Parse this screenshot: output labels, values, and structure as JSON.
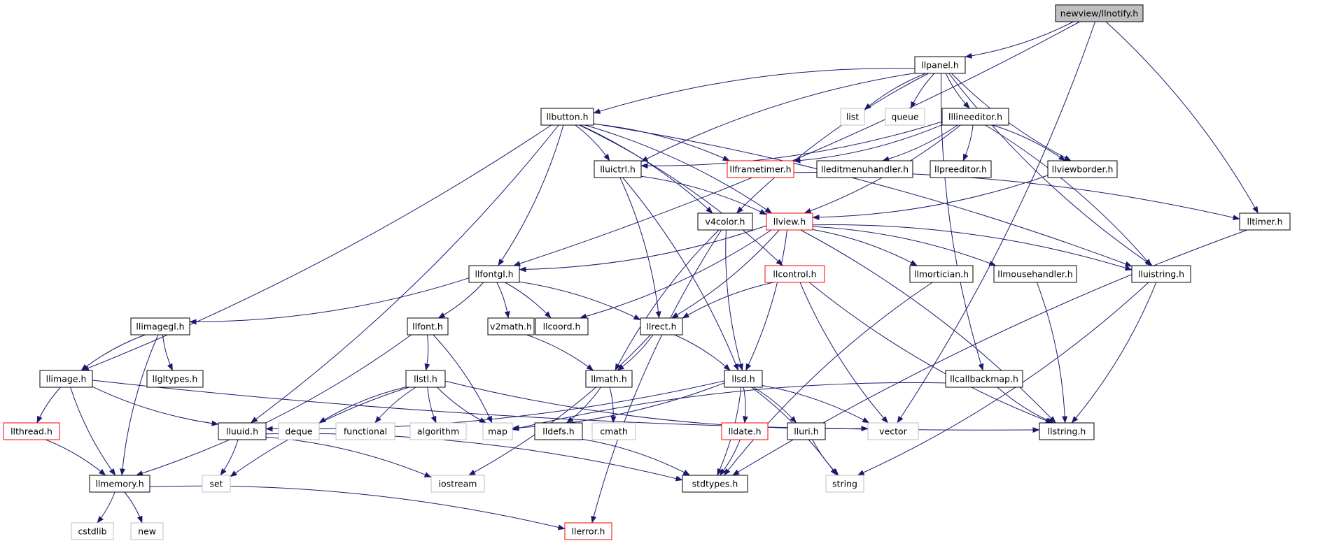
{
  "colors": {
    "edge": "#191970",
    "border_default": "#000000",
    "border_truncated": "#ff0000",
    "border_external": "#bfbfbf",
    "fill_root": "#bfbfbf",
    "fill_default": "#ffffff"
  },
  "nodes": {
    "llnotify": {
      "label": "newview/llnotify.h",
      "style": "root"
    },
    "llpanel": {
      "label": "llpanel.h",
      "style": "default"
    },
    "list": {
      "label": "list",
      "style": "external"
    },
    "queue": {
      "label": "queue",
      "style": "external"
    },
    "lllineeditor": {
      "label": "lllineeditor.h",
      "style": "default"
    },
    "llbutton": {
      "label": "llbutton.h",
      "style": "default"
    },
    "lluictrl": {
      "label": "lluictrl.h",
      "style": "default"
    },
    "llframetimer": {
      "label": "llframetimer.h",
      "style": "truncated"
    },
    "lleditmenuhandler": {
      "label": "lleditmenuhandler.h",
      "style": "default"
    },
    "llpreeditor": {
      "label": "llpreeditor.h",
      "style": "default"
    },
    "llviewborder": {
      "label": "llviewborder.h",
      "style": "default"
    },
    "lltimer": {
      "label": "lltimer.h",
      "style": "default"
    },
    "v4color": {
      "label": "v4color.h",
      "style": "default"
    },
    "llview": {
      "label": "llview.h",
      "style": "truncated"
    },
    "llfontgl": {
      "label": "llfontgl.h",
      "style": "default"
    },
    "llcontrol": {
      "label": "llcontrol.h",
      "style": "truncated"
    },
    "llmortician": {
      "label": "llmortician.h",
      "style": "default"
    },
    "llmousehandler": {
      "label": "llmousehandler.h",
      "style": "default"
    },
    "lluistring": {
      "label": "lluistring.h",
      "style": "default"
    },
    "llimagegl": {
      "label": "llimagegl.h",
      "style": "default"
    },
    "llfont": {
      "label": "llfont.h",
      "style": "default"
    },
    "v2math": {
      "label": "v2math.h",
      "style": "default"
    },
    "llcoord": {
      "label": "llcoord.h",
      "style": "default"
    },
    "llrect": {
      "label": "llrect.h",
      "style": "default"
    },
    "llimage": {
      "label": "llimage.h",
      "style": "default"
    },
    "llgltypes": {
      "label": "llgltypes.h",
      "style": "default"
    },
    "llstl": {
      "label": "llstl.h",
      "style": "default"
    },
    "llmath": {
      "label": "llmath.h",
      "style": "default"
    },
    "llsd": {
      "label": "llsd.h",
      "style": "default"
    },
    "llcallbackmap": {
      "label": "llcallbackmap.h",
      "style": "default"
    },
    "llthread": {
      "label": "llthread.h",
      "style": "truncated"
    },
    "lluuid": {
      "label": "lluuid.h",
      "style": "default"
    },
    "deque": {
      "label": "deque",
      "style": "external"
    },
    "functional": {
      "label": "functional",
      "style": "external"
    },
    "algorithm": {
      "label": "algorithm",
      "style": "external"
    },
    "map": {
      "label": "map",
      "style": "external"
    },
    "lldefs": {
      "label": "lldefs.h",
      "style": "default"
    },
    "cmath": {
      "label": "cmath",
      "style": "external"
    },
    "lldate": {
      "label": "lldate.h",
      "style": "truncated"
    },
    "lluri": {
      "label": "lluri.h",
      "style": "default"
    },
    "vector": {
      "label": "vector",
      "style": "external"
    },
    "llstring": {
      "label": "llstring.h",
      "style": "default"
    },
    "llmemory": {
      "label": "llmemory.h",
      "style": "default"
    },
    "set": {
      "label": "set",
      "style": "external"
    },
    "iostream": {
      "label": "iostream",
      "style": "external"
    },
    "stdtypes": {
      "label": "stdtypes.h",
      "style": "default"
    },
    "string": {
      "label": "string",
      "style": "external"
    },
    "cstdlib": {
      "label": "cstdlib",
      "style": "external"
    },
    "new": {
      "label": "new",
      "style": "external"
    },
    "llerror": {
      "label": "llerror.h",
      "style": "truncated"
    }
  },
  "edges": [
    [
      "llnotify",
      "llpanel"
    ],
    [
      "llnotify",
      "llfontgl"
    ],
    [
      "llnotify",
      "lltimer"
    ],
    [
      "llnotify",
      "vector"
    ],
    [
      "llpanel",
      "list"
    ],
    [
      "llpanel",
      "queue"
    ],
    [
      "llpanel",
      "lllineeditor"
    ],
    [
      "llpanel",
      "llbutton"
    ],
    [
      "llpanel",
      "lluictrl"
    ],
    [
      "llpanel",
      "v4color"
    ],
    [
      "llpanel",
      "llviewborder"
    ],
    [
      "llpanel",
      "lluistring"
    ],
    [
      "llpanel",
      "llcallbackmap"
    ],
    [
      "llbutton",
      "lluictrl"
    ],
    [
      "llbutton",
      "llframetimer"
    ],
    [
      "llbutton",
      "v4color"
    ],
    [
      "llbutton",
      "llfontgl"
    ],
    [
      "llbutton",
      "llimage"
    ],
    [
      "llbutton",
      "lluuid"
    ],
    [
      "llbutton",
      "llcontrol"
    ],
    [
      "llbutton",
      "lluistring"
    ],
    [
      "llbutton",
      "llview"
    ],
    [
      "lllineeditor",
      "llframetimer"
    ],
    [
      "lllineeditor",
      "lleditmenuhandler"
    ],
    [
      "lllineeditor",
      "llpreeditor"
    ],
    [
      "lllineeditor",
      "llviewborder"
    ],
    [
      "lllineeditor",
      "lluictrl"
    ],
    [
      "lllineeditor",
      "llview"
    ],
    [
      "lllineeditor",
      "lluistring"
    ],
    [
      "lluictrl",
      "llview"
    ],
    [
      "lluictrl",
      "llrect"
    ],
    [
      "lluictrl",
      "llsd"
    ],
    [
      "llframetimer",
      "lltimer"
    ],
    [
      "llviewborder",
      "llview"
    ],
    [
      "v4color",
      "llmath"
    ],
    [
      "v4color",
      "llsd"
    ],
    [
      "v4color",
      "llerror"
    ],
    [
      "llview",
      "llfontgl"
    ],
    [
      "llview",
      "llmortician"
    ],
    [
      "llview",
      "llmousehandler"
    ],
    [
      "llview",
      "lluistring"
    ],
    [
      "llview",
      "llrect"
    ],
    [
      "llview",
      "llcoord"
    ],
    [
      "llview",
      "llsd"
    ],
    [
      "llview",
      "llstring"
    ],
    [
      "llfontgl",
      "llimagegl"
    ],
    [
      "llfontgl",
      "llfont"
    ],
    [
      "llfontgl",
      "v2math"
    ],
    [
      "llfontgl",
      "llcoord"
    ],
    [
      "llfontgl",
      "llrect"
    ],
    [
      "llcontrol",
      "llrect"
    ],
    [
      "llcontrol",
      "vector"
    ],
    [
      "llcontrol",
      "llstring"
    ],
    [
      "llmortician",
      "stdtypes"
    ],
    [
      "llmousehandler",
      "llstring"
    ],
    [
      "lluistring",
      "llstring"
    ],
    [
      "lluistring",
      "string"
    ],
    [
      "lltimer",
      "stdtypes"
    ],
    [
      "llimagegl",
      "llimage"
    ],
    [
      "llimagegl",
      "llgltypes"
    ],
    [
      "llimagegl",
      "llmemory"
    ],
    [
      "llfont",
      "llstl"
    ],
    [
      "llfont",
      "map"
    ],
    [
      "llfont",
      "llmemory"
    ],
    [
      "v2math",
      "llmath"
    ],
    [
      "llrect",
      "llmath"
    ],
    [
      "llrect",
      "llsd"
    ],
    [
      "llrect",
      "iostream"
    ],
    [
      "llimage",
      "llthread"
    ],
    [
      "llimage",
      "llmemory"
    ],
    [
      "llimage",
      "lluuid"
    ],
    [
      "llimage",
      "llstring"
    ],
    [
      "llstl",
      "deque"
    ],
    [
      "llstl",
      "functional"
    ],
    [
      "llstl",
      "algorithm"
    ],
    [
      "llstl",
      "map"
    ],
    [
      "llstl",
      "set"
    ],
    [
      "llstl",
      "vector"
    ],
    [
      "llmath",
      "lldefs"
    ],
    [
      "llmath",
      "cmath"
    ],
    [
      "llsd",
      "lldate"
    ],
    [
      "llsd",
      "lluri"
    ],
    [
      "llsd",
      "map"
    ],
    [
      "llsd",
      "vector"
    ],
    [
      "llsd",
      "string"
    ],
    [
      "llsd",
      "stdtypes"
    ],
    [
      "llsd",
      "lluuid"
    ],
    [
      "llcallbackmap",
      "map"
    ],
    [
      "llcallbackmap",
      "llstring"
    ],
    [
      "llthread",
      "llmemory"
    ],
    [
      "lluuid",
      "set"
    ],
    [
      "lluuid",
      "iostream"
    ],
    [
      "lluuid",
      "stdtypes"
    ],
    [
      "lldefs",
      "stdtypes"
    ],
    [
      "lldate",
      "stdtypes"
    ],
    [
      "lluri",
      "string"
    ],
    [
      "llmemory",
      "cstdlib"
    ],
    [
      "llmemory",
      "new"
    ],
    [
      "llmemory",
      "llerror"
    ]
  ]
}
